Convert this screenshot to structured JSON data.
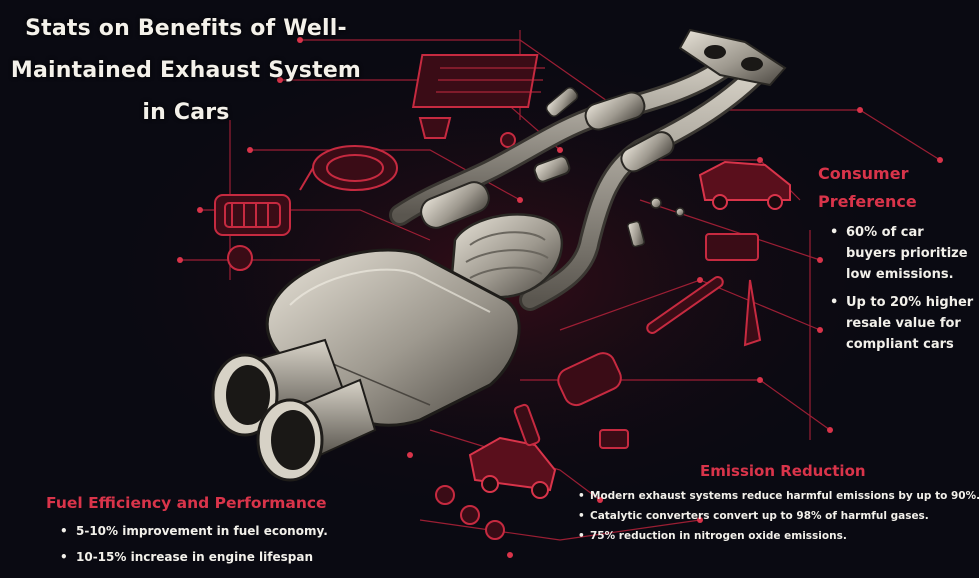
{
  "title": {
    "line1": "Stats on Benefits of Well-",
    "line2": "Maintained Exhaust System",
    "line3": "in Cars"
  },
  "consumer_preference": {
    "heading_line1": "Consumer",
    "heading_line2": "Preference",
    "bullets": [
      "60% of car buyers prioritize low emissions.",
      "Up to 20% higher resale value for compliant cars"
    ]
  },
  "emission_reduction": {
    "heading": "Emission Reduction",
    "bullets": [
      "Modern exhaust systems reduce harmful emissions by up to 90%.",
      "Catalytic converters convert up to 98% of harmful gases.",
      "75% reduction in nitrogen oxide emissions."
    ]
  },
  "fuel_efficiency": {
    "heading": "Fuel Efficiency and Performance",
    "bullets": [
      "5-10% improvement in fuel economy.",
      "10-15% increase in engine lifespan"
    ]
  },
  "colors": {
    "background": "#0a0a12",
    "accent_red": "#d9344a",
    "text_light": "#f2f0ea",
    "metal": "#b9b4ab"
  },
  "illustration": {
    "subject": "exhaust-system-icon",
    "parts": [
      "muffler-icon",
      "catalytic-converter-icon",
      "exhaust-pipe-icon",
      "tailpipe-icon",
      "flange-icon",
      "car-icon",
      "engine-part-icon"
    ]
  }
}
